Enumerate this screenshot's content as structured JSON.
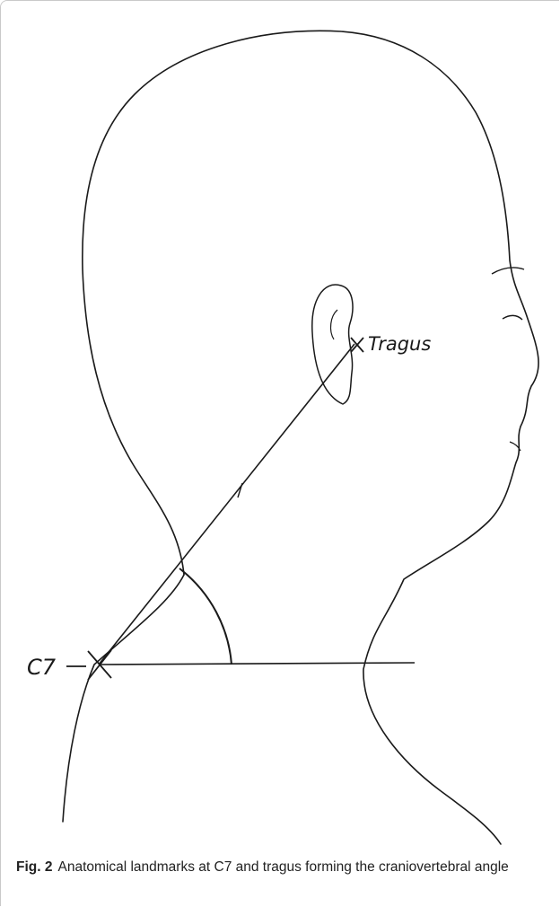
{
  "figure": {
    "annotations": {
      "tragus": "Tragus",
      "c7": "C7"
    },
    "caption": {
      "label": "Fig. 2",
      "text": "Anatomical landmarks at C7 and tragus forming the craniovertebral angle"
    }
  }
}
